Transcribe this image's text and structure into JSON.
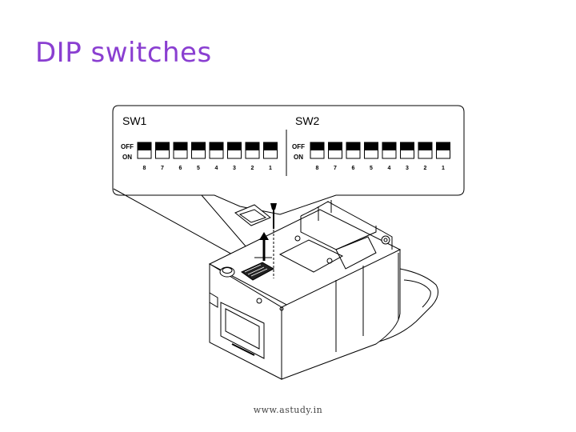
{
  "slide": {
    "title": "DIP switches",
    "footer": "www.astudy.in"
  },
  "dip": {
    "banks": [
      {
        "name": "SW1",
        "off_label": "OFF",
        "on_label": "ON",
        "numbers": [
          "8",
          "7",
          "6",
          "5",
          "4",
          "3",
          "2",
          "1"
        ]
      },
      {
        "name": "SW2",
        "off_label": "OFF",
        "on_label": "ON",
        "numbers": [
          "8",
          "7",
          "6",
          "5",
          "4",
          "3",
          "2",
          "1"
        ]
      }
    ]
  },
  "colors": {
    "title": "#8a3fd1",
    "line": "#000000"
  }
}
